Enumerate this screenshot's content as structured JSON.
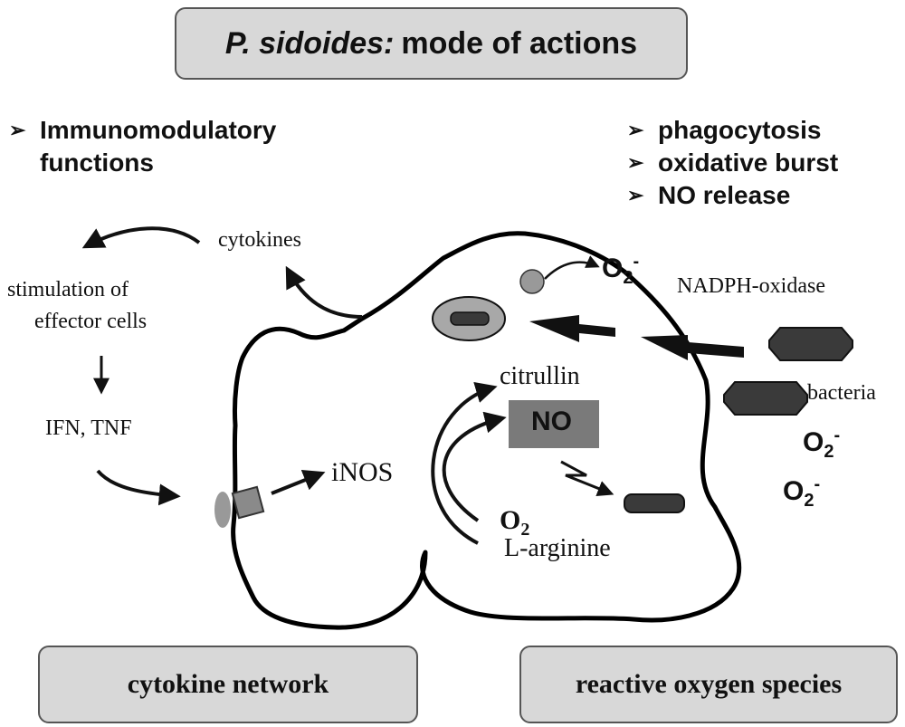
{
  "title": {
    "italic": "P. sidoides:",
    "rest": "mode of actions"
  },
  "left_bullets": [
    {
      "marker": "➢",
      "lines": [
        "Immunomodulatory",
        "functions"
      ]
    }
  ],
  "right_bullets": [
    {
      "marker": "➢",
      "text": "phagocytosis"
    },
    {
      "marker": "➢",
      "text": "oxidative burst"
    },
    {
      "marker": "➢",
      "text": "NO release"
    }
  ],
  "labels": {
    "cytokines": "cytokines",
    "stimulation_line1": "stimulation of",
    "stimulation_line2": "effector cells",
    "ifn_tnf": "IFN, TNF",
    "inos": "iNOS",
    "citrullin": "citrullin",
    "no": "NO",
    "o2": "O",
    "o2_sub": "2",
    "l_arginine": "L-arginine",
    "nadph": "NADPH-oxidase",
    "bacteria": "bacteria",
    "superoxide": "O",
    "superoxide_sub": "2",
    "superoxide_sup": "-"
  },
  "bottom_boxes": {
    "left": "cytokine network",
    "right": "reactive oxygen species"
  },
  "colors": {
    "box_fill": "#d8d8d8",
    "no_fill": "#7a7a7a",
    "bacteria_fill": "#3a3a3a",
    "vesicle_fill": "#a8a8a8"
  }
}
